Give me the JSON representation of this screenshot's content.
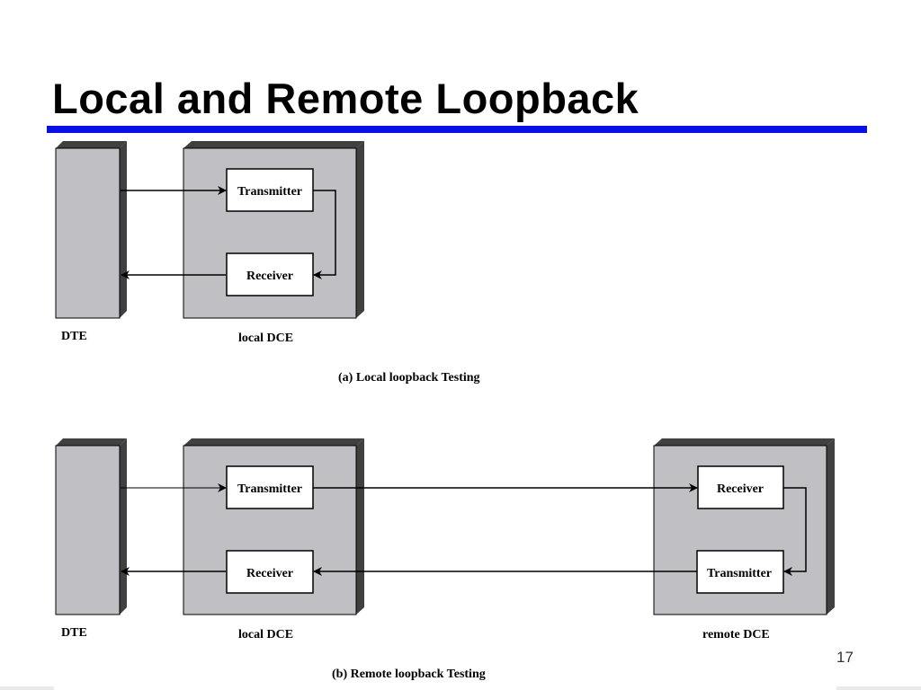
{
  "title": "Local and Remote Loopback",
  "colors": {
    "rule": "#0a10e6",
    "device_fill": "#c0c0c4",
    "device_shadow": "#404040",
    "box_fill": "#ffffff",
    "line": "#000000"
  },
  "diagram_a": {
    "dte_label": "DTE",
    "local_dce_label": "local DCE",
    "transmitter": "Transmitter",
    "receiver": "Receiver",
    "caption": "(a) Local loopback Testing"
  },
  "diagram_b": {
    "dte_label": "DTE",
    "local_dce_label": "local DCE",
    "remote_dce_label": "remote DCE",
    "local_transmitter": "Transmitter",
    "local_receiver": "Receiver",
    "remote_receiver": "Receiver",
    "remote_transmitter": "Transmitter",
    "caption": "(b) Remote loopback Testing"
  },
  "slide_number": "17"
}
